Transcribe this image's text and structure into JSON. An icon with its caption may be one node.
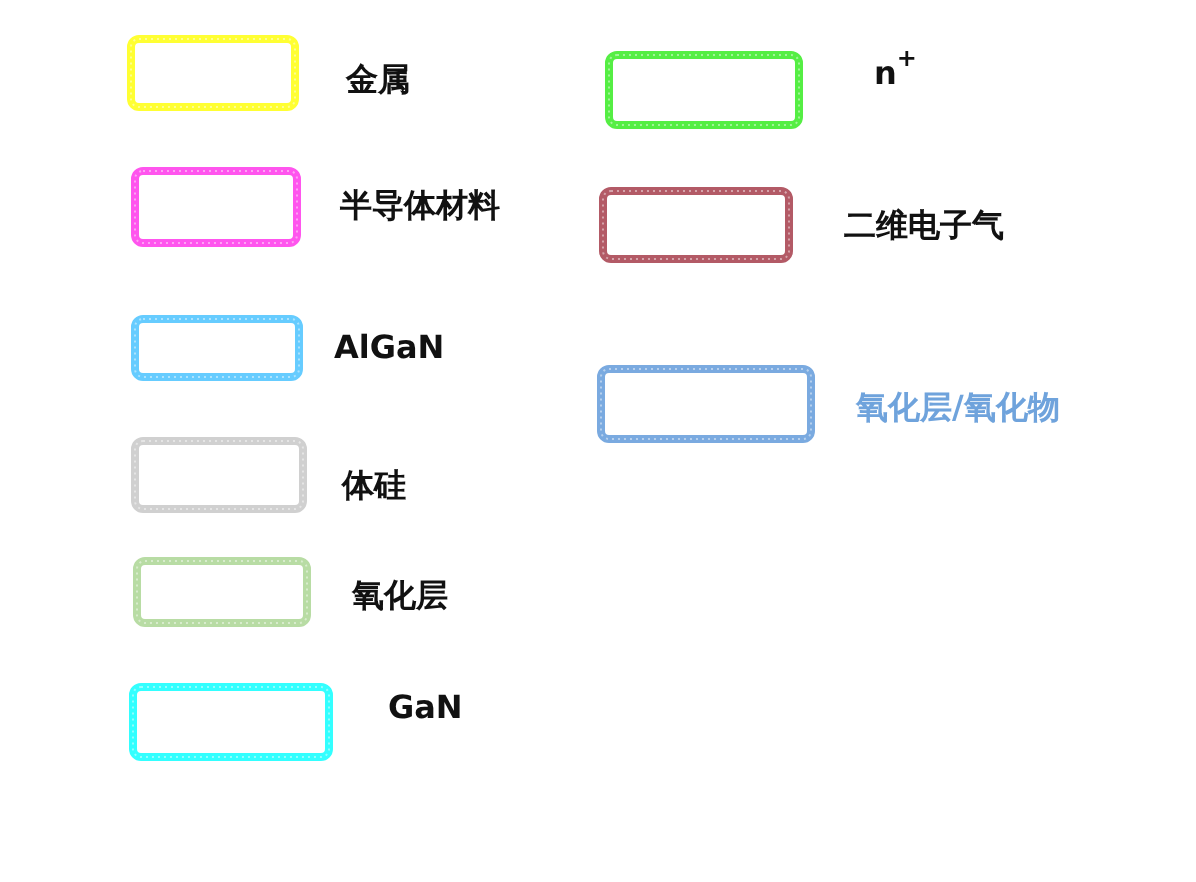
{
  "diagram": {
    "legend": [
      {
        "text": "金属",
        "color": "#ffff33"
      },
      {
        "text": "半导体材料",
        "color": "#ff55ee"
      },
      {
        "text": "AlGaN",
        "color": "#66ccff"
      },
      {
        "text": "体硅",
        "color": "#d0d0d0"
      },
      {
        "text": "氧化层",
        "color": "#b8dca4"
      },
      {
        "text": "GaN",
        "color": "#33ffff"
      },
      {
        "text": "n$^{+}$",
        "color": "#55ee44"
      },
      {
        "text": "二维电子气",
        "color": "#b35a66"
      },
      {
        "text": "氧化层/氧化物",
        "color": "#7aaae0"
      }
    ]
  }
}
